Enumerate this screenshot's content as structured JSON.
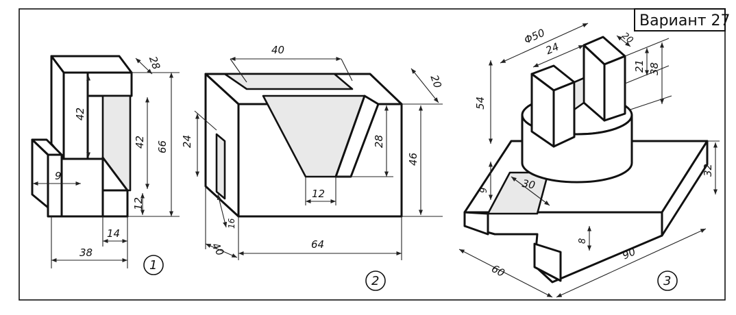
{
  "variant_label": "Вариант 27",
  "figures": [
    {
      "number": "1",
      "dimensions": [
        "28",
        "42",
        "42",
        "66",
        "9",
        "12",
        "14",
        "38"
      ]
    },
    {
      "number": "2",
      "dimensions": [
        "40",
        "20",
        "24",
        "28",
        "46",
        "12",
        "16",
        "40",
        "64"
      ]
    },
    {
      "number": "3",
      "dimensions": [
        "Φ50",
        "24",
        "20",
        "21",
        "38",
        "54",
        "9",
        "30",
        "32",
        "8",
        "60",
        "90"
      ]
    }
  ]
}
